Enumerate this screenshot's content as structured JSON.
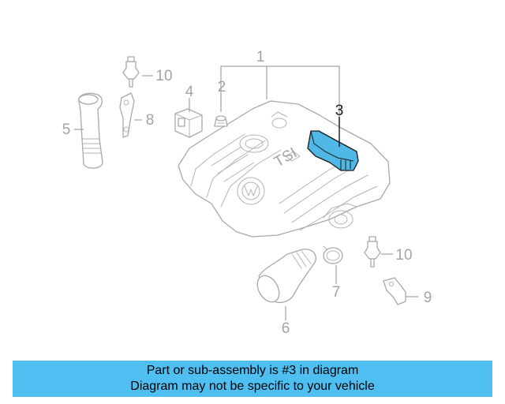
{
  "callouts": {
    "c1": "1",
    "c2": "2",
    "c3": "3",
    "c4": "4",
    "c5": "5",
    "c6": "6",
    "c7": "7",
    "c8": "8",
    "c9": "9",
    "c10a": "10",
    "c10b": "10"
  },
  "highlight_color": "#4fb8e6",
  "banner": {
    "line1": "Part or sub-assembly is #3 in diagram",
    "line2": "Diagram may not be specific to your vehicle",
    "background": "#4fbff2"
  }
}
